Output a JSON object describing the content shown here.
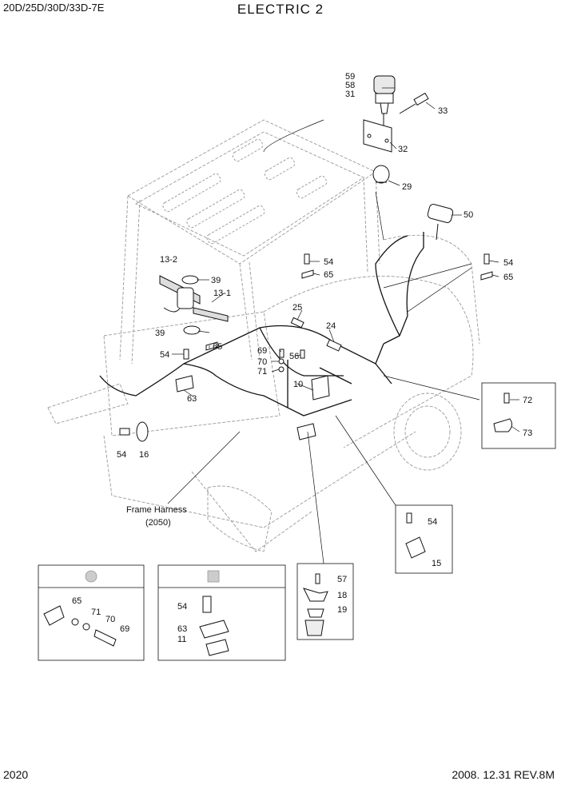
{
  "header": {
    "model": "20D/25D/30D/33D-7E",
    "title": "ELECTRIC 2"
  },
  "footer": {
    "page_number": "2020",
    "revision": "2008. 12.31  REV.8M"
  },
  "callouts": {
    "c59": "59",
    "c58": "58",
    "c31": "31",
    "c33": "33",
    "c32": "32",
    "c29": "29",
    "c50": "50",
    "c13_2": "13-2",
    "c39a": "39",
    "c13_1": "13-1",
    "c39b": "39",
    "c54a": "54",
    "c65a": "65",
    "c54b": "54",
    "c65b": "65",
    "c25": "25",
    "c24": "24",
    "c54c": "54",
    "c65c": "65",
    "c69": "69",
    "c70": "70",
    "c71": "71",
    "c56": "56",
    "c10": "10",
    "c63": "63",
    "c72": "72",
    "c73": "73",
    "c54d": "54",
    "c16": "16",
    "c54e": "54",
    "c15": "15",
    "c57": "57",
    "c18": "18",
    "c19": "19"
  },
  "frame_harness": {
    "line1": "Frame Harness",
    "line2": "(2050)"
  },
  "detail_boxes": {
    "left": {
      "c65": "65",
      "c71": "71",
      "c70": "70",
      "c69": "69"
    },
    "mid": {
      "c54": "54",
      "c63": "63",
      "c11": "11"
    }
  }
}
